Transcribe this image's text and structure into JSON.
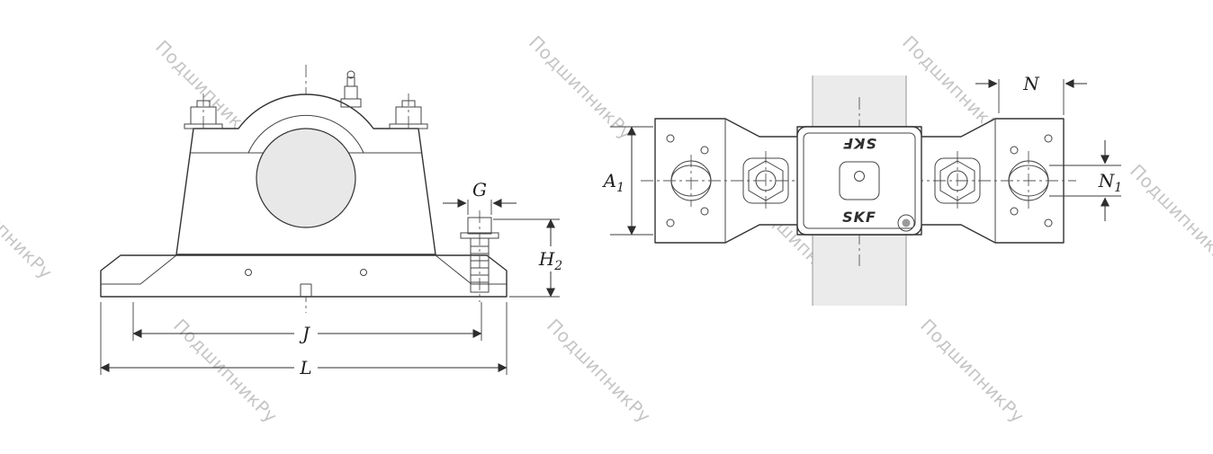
{
  "watermark": {
    "text": "ПодшипникРу"
  },
  "brand": {
    "name": "SKF"
  },
  "dimensions": {
    "g": {
      "label": "G"
    },
    "h2": {
      "base": "H",
      "sub": "2"
    },
    "j": {
      "label": "J"
    },
    "l": {
      "label": "L"
    },
    "a1": {
      "base": "A",
      "sub": "1"
    },
    "n": {
      "label": "N"
    },
    "n1": {
      "base": "N",
      "sub": "1"
    }
  },
  "colors": {
    "line": "#333333",
    "shaft_fill": "#ebebeb",
    "bore_fill": "#e8e8e8",
    "watermark": "rgba(90,90,90,0.35)"
  }
}
